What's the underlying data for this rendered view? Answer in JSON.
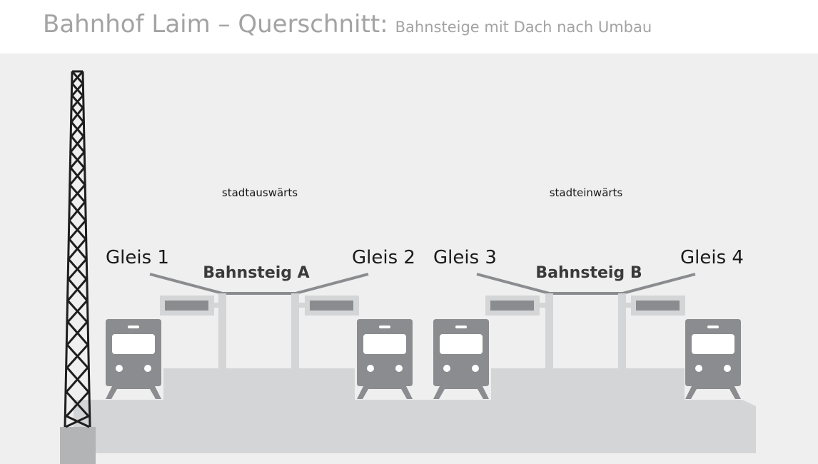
{
  "title": {
    "main": "Bahnhof Laim – Querschnitt:",
    "sub": "Bahnsteige mit Dach nach Umbau"
  },
  "directions": {
    "outbound": "stadtauswärts",
    "inbound": "stadteinwärts"
  },
  "tracks": {
    "gleis1": "Gleis 1",
    "gleis2": "Gleis 2",
    "gleis3": "Gleis 3",
    "gleis4": "Gleis 4"
  },
  "platforms": {
    "a": "Bahnsteig A",
    "b": "Bahnsteig B"
  },
  "colors": {
    "background": "#efefef",
    "ground": "#d4d5d6",
    "train": "#8a8c8f",
    "pylon": "#1e1e1e"
  }
}
